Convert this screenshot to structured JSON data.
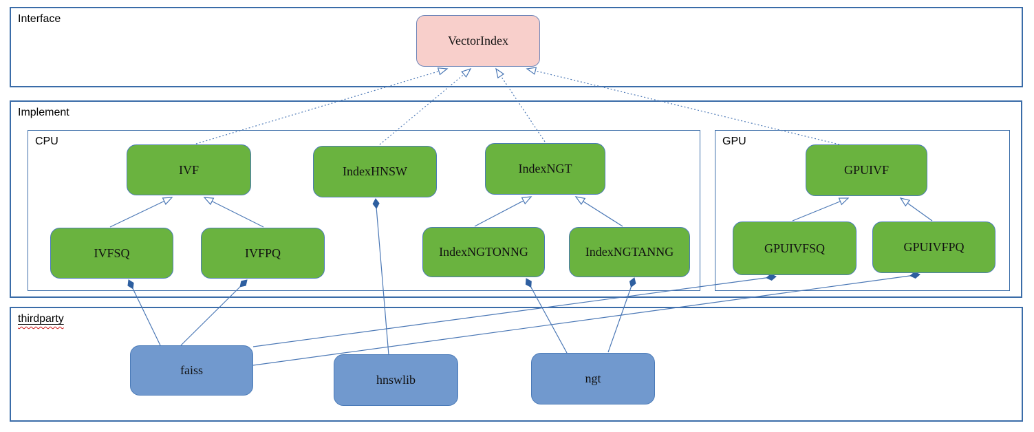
{
  "diagram": {
    "type": "uml-class-diagram",
    "containers": {
      "interface": {
        "label": "Interface"
      },
      "implement": {
        "label": "Implement"
      },
      "cpu": {
        "label": "CPU"
      },
      "gpu": {
        "label": "GPU"
      },
      "thirdparty": {
        "label": "thirdparty",
        "spellcheck_underline": true
      }
    },
    "nodes": {
      "vectorindex": {
        "label": "VectorIndex",
        "group": "interface",
        "fill": "#f8cfcb"
      },
      "ivf": {
        "label": "IVF",
        "group": "cpu",
        "fill": "#6ab33f"
      },
      "indexhnsw": {
        "label": "IndexHNSW",
        "group": "cpu",
        "fill": "#6ab33f"
      },
      "indexngt": {
        "label": "IndexNGT",
        "group": "cpu",
        "fill": "#6ab33f"
      },
      "ivfsq": {
        "label": "IVFSQ",
        "group": "cpu",
        "fill": "#6ab33f"
      },
      "ivfpq": {
        "label": "IVFPQ",
        "group": "cpu",
        "fill": "#6ab33f"
      },
      "indexngtonng": {
        "label": "IndexNGTONNG",
        "group": "cpu",
        "fill": "#6ab33f"
      },
      "indexngtanng": {
        "label": "IndexNGTANNG",
        "group": "cpu",
        "fill": "#6ab33f"
      },
      "gpuivf": {
        "label": "GPUIVF",
        "group": "gpu",
        "fill": "#6ab33f"
      },
      "gpuivfsq": {
        "label": "GPUIVFSQ",
        "group": "gpu",
        "fill": "#6ab33f"
      },
      "gpuivfpq": {
        "label": "GPUIVFPQ",
        "group": "gpu",
        "fill": "#6ab33f"
      },
      "faiss": {
        "label": "faiss",
        "group": "thirdparty",
        "fill": "#7199ce"
      },
      "hnswlib": {
        "label": "hnswlib",
        "group": "thirdparty",
        "fill": "#7199ce"
      },
      "ngt": {
        "label": "ngt",
        "group": "thirdparty",
        "fill": "#7199ce"
      }
    },
    "edges": [
      {
        "from": "IVF",
        "to": "VectorIndex",
        "type": "realization-dashed-open-arrow"
      },
      {
        "from": "IndexHNSW",
        "to": "VectorIndex",
        "type": "realization-dashed-open-arrow"
      },
      {
        "from": "IndexNGT",
        "to": "VectorIndex",
        "type": "realization-dashed-open-arrow"
      },
      {
        "from": "GPUIVF",
        "to": "VectorIndex",
        "type": "realization-dashed-open-arrow"
      },
      {
        "from": "IVFSQ",
        "to": "IVF",
        "type": "generalization-open-arrow"
      },
      {
        "from": "IVFPQ",
        "to": "IVF",
        "type": "generalization-open-arrow"
      },
      {
        "from": "IndexNGTONNG",
        "to": "IndexNGT",
        "type": "generalization-open-arrow"
      },
      {
        "from": "IndexNGTANNG",
        "to": "IndexNGT",
        "type": "generalization-open-arrow"
      },
      {
        "from": "GPUIVFSQ",
        "to": "GPUIVF",
        "type": "generalization-open-arrow"
      },
      {
        "from": "GPUIVFPQ",
        "to": "GPUIVF",
        "type": "generalization-open-arrow"
      },
      {
        "from": "faiss",
        "to": "IVFSQ",
        "type": "composition-filled-diamond"
      },
      {
        "from": "faiss",
        "to": "IVFPQ",
        "type": "composition-filled-diamond"
      },
      {
        "from": "faiss",
        "to": "GPUIVFSQ",
        "type": "composition-filled-diamond"
      },
      {
        "from": "faiss",
        "to": "GPUIVFPQ",
        "type": "composition-filled-diamond"
      },
      {
        "from": "hnswlib",
        "to": "IndexHNSW",
        "type": "composition-filled-diamond"
      },
      {
        "from": "ngt",
        "to": "IndexNGTONNG",
        "type": "composition-filled-diamond"
      },
      {
        "from": "ngt",
        "to": "IndexNGTANNG",
        "type": "composition-filled-diamond"
      }
    ],
    "colors": {
      "impl_node_fill": "#6ab33f",
      "interface_node_fill": "#f8cfcb",
      "thirdparty_node_fill": "#7199ce",
      "node_border": "#4a7ab8",
      "container_border": "#3a6ca8",
      "connector": "#4a77b5",
      "diamond_fill": "#2e5fa0",
      "spellcheck_wave": "#cc1111"
    }
  }
}
